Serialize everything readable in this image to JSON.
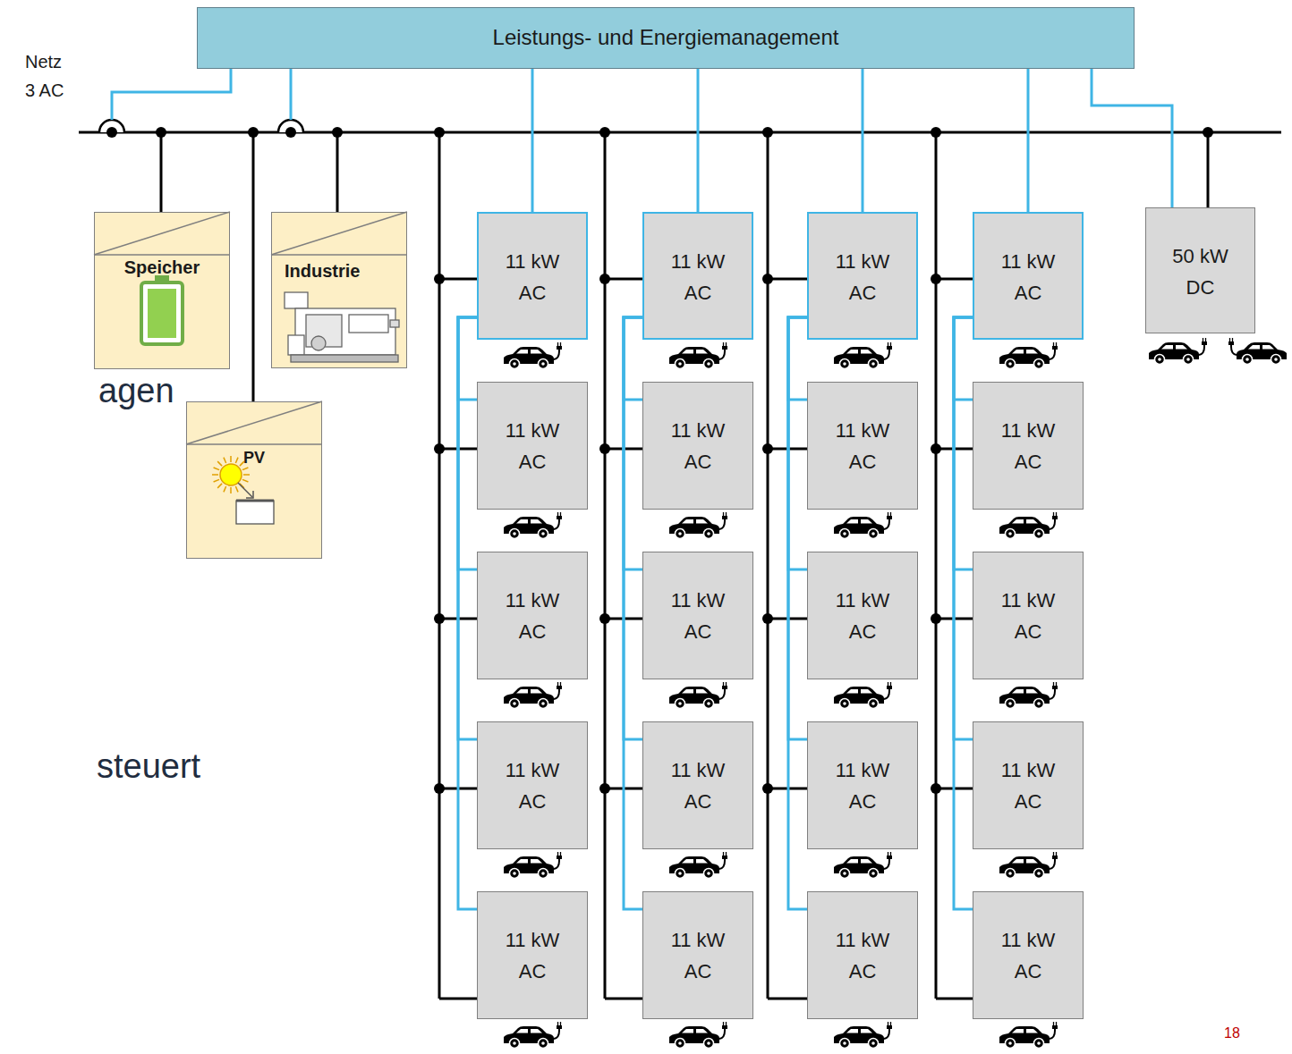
{
  "diagram": {
    "nodes": [
      {
        "text": [
          "Leistungs- und Energiemanagement"
        ]
      },
      {
        "text": [
          "Speicher"
        ]
      },
      {
        "text": [
          "Industrie"
        ]
      },
      {
        "text": [
          "PV"
        ]
      },
      {
        "text": [
          "11 kW AC"
        ]
      },
      {
        "text": [
          "11 kW AC"
        ]
      },
      {
        "text": [
          "11 kW AC"
        ]
      },
      {
        "text": [
          "11 kW AC"
        ]
      },
      {
        "text": [
          "11 kW AC"
        ]
      },
      {
        "text": [
          "11 kW AC"
        ]
      },
      {
        "text": [
          "11 kW AC"
        ]
      },
      {
        "text": [
          "11 kW AC"
        ]
      },
      {
        "text": [
          "11 kW AC"
        ]
      },
      {
        "text": [
          "11 kW AC"
        ]
      },
      {
        "text": [
          "11 kW AC"
        ]
      },
      {
        "text": [
          "11 kW AC"
        ]
      },
      {
        "text": [
          "11 kW AC"
        ]
      },
      {
        "text": [
          "11 kW AC"
        ]
      },
      {
        "text": [
          "11 kW AC"
        ]
      },
      {
        "text": [
          "11 kW AC"
        ]
      },
      {
        "text": [
          "11 kW AC"
        ]
      },
      {
        "text": [
          "11 kW AC"
        ]
      },
      {
        "text": [
          "11 kW AC"
        ]
      },
      {
        "text": [
          "11 kW AC"
        ]
      },
      {
        "text": [
          "50 kW DC"
        ]
      }
    ],
    "edges": [
      {
        "from": 0,
        "to": 4,
        "arrow": "none"
      },
      {
        "from": 0,
        "to": 5,
        "arrow": "none"
      },
      {
        "from": 0,
        "to": 6,
        "arrow": "none"
      },
      {
        "from": 0,
        "to": 7,
        "arrow": "none"
      },
      {
        "from": 0,
        "to": 24,
        "arrow": "none"
      },
      {
        "from": 4,
        "to": 8,
        "arrow": "none"
      },
      {
        "from": 4,
        "to": 12,
        "arrow": "none"
      },
      {
        "from": 4,
        "to": 16,
        "arrow": "none"
      },
      {
        "from": 4,
        "to": 20,
        "arrow": "none"
      },
      {
        "from": 5,
        "to": 9,
        "arrow": "none"
      },
      {
        "from": 5,
        "to": 13,
        "arrow": "none"
      },
      {
        "from": 5,
        "to": 17,
        "arrow": "none"
      },
      {
        "from": 5,
        "to": 21,
        "arrow": "none"
      },
      {
        "from": 6,
        "to": 10,
        "arrow": "none"
      },
      {
        "from": 6,
        "to": 14,
        "arrow": "none"
      },
      {
        "from": 6,
        "to": 18,
        "arrow": "none"
      },
      {
        "from": 6,
        "to": 22,
        "arrow": "none"
      },
      {
        "from": 7,
        "to": 11,
        "arrow": "none"
      },
      {
        "from": 7,
        "to": 15,
        "arrow": "none"
      },
      {
        "from": 7,
        "to": 19,
        "arrow": "none"
      },
      {
        "from": 7,
        "to": 23,
        "arrow": "none"
      }
    ],
    "labels": [
      "Netz",
      "3 AC",
      "agen",
      "steuert",
      "18"
    ]
  }
}
